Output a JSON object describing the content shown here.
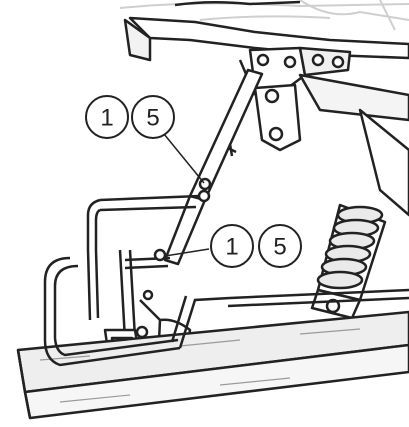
{
  "callouts": {
    "upper": {
      "first": "1",
      "second": "5"
    },
    "lower": {
      "first": "1",
      "second": "5"
    }
  },
  "colors": {
    "ink": "#222222",
    "paper": "#ffffff",
    "shade": "#e6e6e6"
  }
}
